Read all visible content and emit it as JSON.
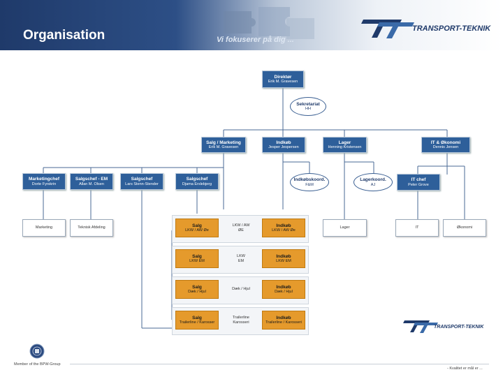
{
  "header": {
    "title": "Organisation",
    "slogan": "Vi fokuserer på dig ...",
    "logo_text": "TRANSPORT-TEKNIK"
  },
  "footer": {
    "member": "Member of the BPW-Group",
    "tagline": "- Kvalitet er mål er ..."
  },
  "org": {
    "direktor": {
      "title": "Direktør",
      "name": "Erik M. Gravesen"
    },
    "sekretariat": {
      "title": "Sekretariat",
      "name": "HH"
    },
    "salg_marketing": {
      "title": "Salg / Marketing",
      "name": "Erik M. Gravesen"
    },
    "indkob": {
      "title": "Indkøb",
      "name": "Jesper Jespersen"
    },
    "lager": {
      "title": "Lager",
      "name": "Henning Kristensen"
    },
    "it_okonomi": {
      "title": "IT & Økonomi",
      "name": "Dennis Jensen"
    },
    "marketingchef": {
      "title": "Marketingchef",
      "name": "Dorte Fyrskrin"
    },
    "salgschef_em": {
      "title": "Salgschef - EM",
      "name": "Allan M. Olsen"
    },
    "salgschef_ls": {
      "title": "Salgschef",
      "name": "Lars Stenn-Stender"
    },
    "salgschef_dd": {
      "title": "Salgschef",
      "name": "Djama Erslebjerg"
    },
    "indkobskoord": {
      "title": "Indkøbskoord.",
      "name": "F&M"
    },
    "lagerkoord": {
      "title": "Lagerkoord.",
      "name": "AJ"
    },
    "it_chef": {
      "title": "IT chef",
      "name": "Peter Grove"
    },
    "marketing": "Marketing",
    "teknisk": "Teknisk Afdeling",
    "lager_leaf": "Lager",
    "it_leaf": "IT",
    "okonomi_leaf": "Økonomi",
    "groups": [
      {
        "salg_title": "Salg",
        "salg_sub": "LKW / AW  Øe",
        "middle": "LKW / AW\nØE",
        "indkob_title": "Indkøb",
        "indkob_sub": "LKW / AW  Øe"
      },
      {
        "salg_title": "Salg",
        "salg_sub": "LKW  EM",
        "middle": "LKW\nEM",
        "indkob_title": "Indkøb",
        "indkob_sub": "LKW  EM"
      },
      {
        "salg_title": "Salg",
        "salg_sub": "Dæk / Hjul",
        "middle": "Dæk / Hjul",
        "indkob_title": "Indkøb",
        "indkob_sub": "Dæk / Hjul"
      },
      {
        "salg_title": "Salg",
        "salg_sub": "Trailerline / Karosser",
        "middle": "Trailerline\nKarosseri",
        "indkob_title": "Indkøb",
        "indkob_sub": "Trailerline / Karosseri"
      }
    ]
  },
  "colors": {
    "header_dark": "#1f3a6a",
    "box_blue": "#2e5f9a",
    "box_orange": "#e59a2c"
  }
}
